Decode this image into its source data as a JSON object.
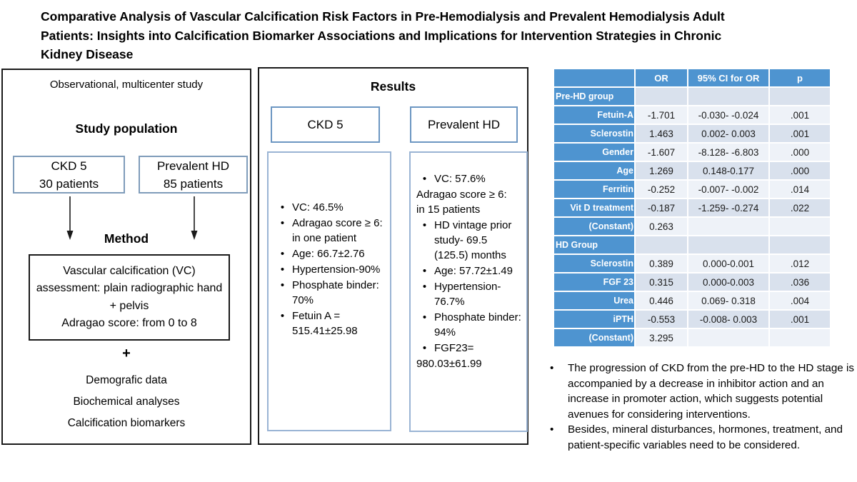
{
  "title": {
    "lines": [
      "Comparative Analysis of Vascular Calcification Risk Factors in Pre-Hemodialysis and Prevalent Hemodialysis Adult",
      "Patients: Insights into Calcification Biomarker Associations and Implications for Intervention Strategies in Chronic",
      "Kidney Disease"
    ]
  },
  "left_panel": {
    "subtitle": "Observational, multicenter study",
    "section_title": "Study population",
    "groups": [
      {
        "line1": "CKD 5",
        "line2": "30 patients"
      },
      {
        "line1": "Prevalent HD",
        "line2": "85 patients"
      }
    ],
    "method_title": "Method",
    "method_lines": [
      "Vascular calcification (VC) assessment: plain radiographic hand + pelvis",
      "Adragao score:  from 0 to 8"
    ],
    "plus": "+",
    "extra_items": [
      "Demografic data",
      "Biochemical analyses",
      "Calcification biomarkers"
    ]
  },
  "results_panel": {
    "title": "Results",
    "ckd5_label": "CKD 5",
    "hd_label": "Prevalent HD",
    "ckd5_items": [
      {
        "bullet": true,
        "text": "VC: 46.5%"
      },
      {
        "bullet": true,
        "text": "Adragao score ≥ 6: in one patient"
      },
      {
        "bullet": true,
        "text": "Age: 66.7±2.76"
      },
      {
        "bullet": true,
        "text": "Hypertension-90%"
      },
      {
        "bullet": true,
        "text": "Phosphate binder: 70%"
      },
      {
        "bullet": true,
        "text": "Fetuin A = 515.41±25.98"
      }
    ],
    "hd_items": [
      {
        "bullet": true,
        "text": "VC: 57.6%"
      },
      {
        "bullet": false,
        "text": "Adragao score ≥ 6: in 15 patients"
      },
      {
        "bullet": true,
        "text": "HD vintage prior study- 69.5 (125.5) months"
      },
      {
        "bullet": true,
        "text": "Age: 57.72±1.49"
      },
      {
        "bullet": true,
        "text": "Hypertension-76.7%"
      },
      {
        "bullet": true,
        "text": "Phosphate binder: 94%"
      },
      {
        "bullet": true,
        "text": "FGF23="
      },
      {
        "bullet": false,
        "text": "980.03±61.99"
      }
    ]
  },
  "table": {
    "headers": [
      "",
      "OR",
      "95% CI for OR",
      "p"
    ],
    "rows": [
      {
        "label": "Pre-HD group",
        "type": "group",
        "or": "",
        "ci": "",
        "p": ""
      },
      {
        "label": "Fetuin-A",
        "type": "row",
        "or": "-1.701",
        "ci": "-0.030- -0.024",
        "p": ".001"
      },
      {
        "label": "Sclerostin",
        "type": "row",
        "or": "1.463",
        "ci": "0.002- 0.003",
        "p": ".001"
      },
      {
        "label": "Gender",
        "type": "row",
        "or": "-1.607",
        "ci": "-8.128- -6.803",
        "p": ".000"
      },
      {
        "label": "Age",
        "type": "row",
        "or": "1.269",
        "ci": "0.148-0.177",
        "p": ".000"
      },
      {
        "label": "Ferritin",
        "type": "row",
        "or": "-0.252",
        "ci": "-0.007- -0.002",
        "p": ".014"
      },
      {
        "label": "Vit D treatment",
        "type": "row",
        "or": "-0.187",
        "ci": "-1.259- -0.274",
        "p": ".022"
      },
      {
        "label": "(Constant)",
        "type": "row",
        "or": "0.263",
        "ci": "",
        "p": ""
      },
      {
        "label": "HD Group",
        "type": "group",
        "or": "",
        "ci": "",
        "p": ""
      },
      {
        "label": "Sclerostin",
        "type": "row",
        "or": "0.389",
        "ci": "0.000-0.001",
        "p": ".012"
      },
      {
        "label": "FGF 23",
        "type": "row",
        "or": "0.315",
        "ci": "0.000-0.003",
        "p": ".036"
      },
      {
        "label": "Urea",
        "type": "row",
        "or": "0.446",
        "ci": "0.069- 0.318",
        "p": ".004"
      },
      {
        "label": "iPTH",
        "type": "row",
        "or": "-0.553",
        "ci": "-0.008- 0.003",
        "p": ".001"
      },
      {
        "label": "(Constant)",
        "type": "row",
        "or": "3.295",
        "ci": "",
        "p": ""
      }
    ]
  },
  "conclusions": {
    "items": [
      {
        "bullet": true,
        "text": "The progression of CKD from the pre-HD to the HD stage is accompanied by a decrease in inhibitor action and an increase in promoter action, which suggests potential avenues for considering interventions."
      },
      {
        "bullet": true,
        "text": "Besides, mineral disturbances, hormones, treatment, and patient-specific variables need to be considered."
      }
    ]
  },
  "colors": {
    "accent_blue": "#4E94D0",
    "band_mid": "#D9E1ED",
    "band_light": "#EEF2F8",
    "border_dark": "#1a1a1a",
    "box_blue": "#7F9CBA",
    "content_box_blue": "#9AB4D4",
    "label_box_blue": "#6C96C2"
  }
}
